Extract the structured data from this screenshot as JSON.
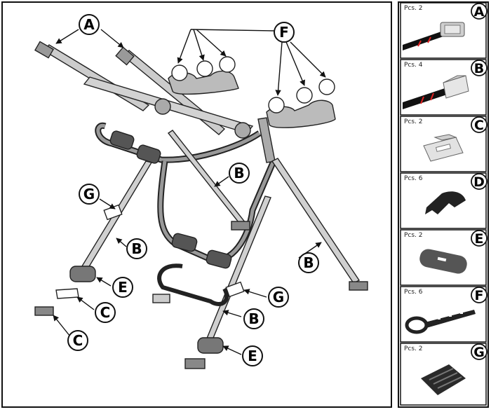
{
  "callouts": [
    "A",
    "F",
    "B",
    "G",
    "B",
    "B",
    "E",
    "C",
    "C",
    "G",
    "B",
    "E"
  ],
  "parts": [
    {
      "letter": "A",
      "qty": "Pcs. 2",
      "icon": "ratchet-strap-icon"
    },
    {
      "letter": "B",
      "qty": "Pcs. 4",
      "icon": "hook-strap-icon"
    },
    {
      "letter": "C",
      "qty": "Pcs. 2",
      "icon": "metal-clip-icon"
    },
    {
      "letter": "D",
      "qty": "Pcs. 6",
      "icon": "strap-holder-icon"
    },
    {
      "letter": "E",
      "qty": "Pcs. 2",
      "icon": "foam-pad-icon"
    },
    {
      "letter": "F",
      "qty": "Pcs. 6",
      "icon": "rubber-strap-icon"
    },
    {
      "letter": "G",
      "qty": "Pcs. 2",
      "icon": "buckle-icon"
    }
  ]
}
